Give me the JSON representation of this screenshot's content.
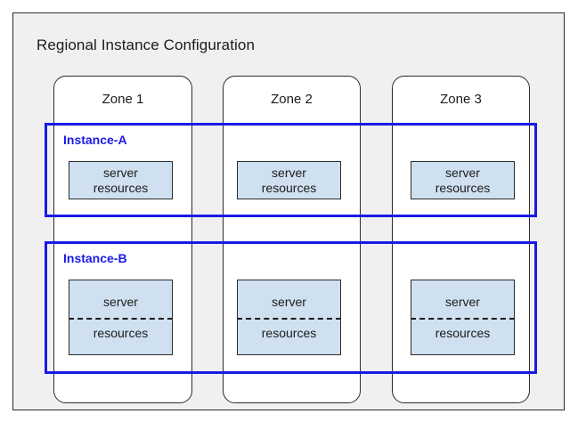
{
  "region": {
    "title": "Regional Instance Configuration",
    "background_color": "#f0f0f0",
    "border_color": "#2b2b2b"
  },
  "zones": [
    {
      "label": "Zone 1"
    },
    {
      "label": "Zone 2"
    },
    {
      "label": "Zone 3"
    }
  ],
  "instances": [
    {
      "label": "Instance-A",
      "accent_color": "#1a1ae6",
      "resources": [
        {
          "line1": "server",
          "line2": "resources",
          "fill_color": "#cfe0f0",
          "divider": false
        },
        {
          "line1": "server",
          "line2": "resources",
          "fill_color": "#cfe0f0",
          "divider": false
        },
        {
          "line1": "server",
          "line2": "resources",
          "fill_color": "#cfe0f0",
          "divider": false
        }
      ]
    },
    {
      "label": "Instance-B",
      "accent_color": "#1a1ae6",
      "resources": [
        {
          "line1": "server",
          "line2": "resources",
          "fill_color": "#cfe0f0",
          "divider": true
        },
        {
          "line1": "server",
          "line2": "resources",
          "fill_color": "#cfe0f0",
          "divider": true
        },
        {
          "line1": "server",
          "line2": "resources",
          "fill_color": "#cfe0f0",
          "divider": true
        }
      ]
    }
  ]
}
